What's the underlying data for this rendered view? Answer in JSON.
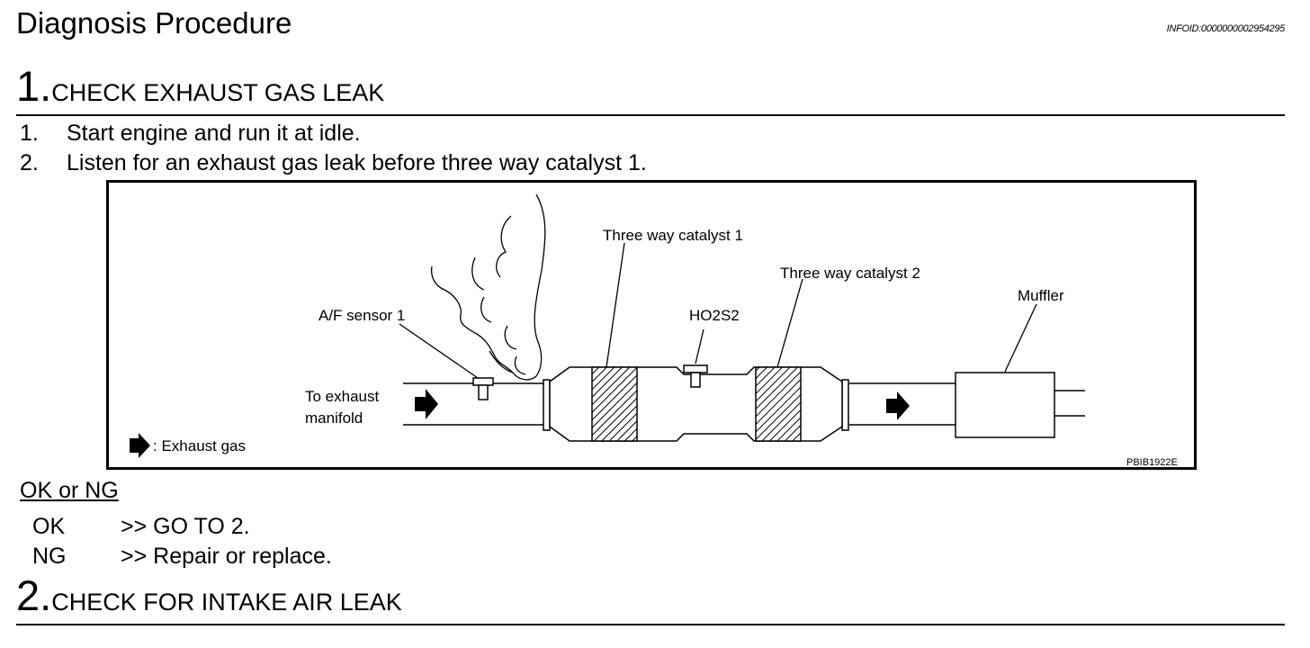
{
  "header": {
    "title": "Diagnosis Procedure",
    "info_id": "INFOID:0000000002954295"
  },
  "step1": {
    "number": "1.",
    "title": "CHECK EXHAUST GAS LEAK",
    "instructions": [
      {
        "num": "1.",
        "text": "Start engine and run it at idle."
      },
      {
        "num": "2.",
        "text": "Listen for an exhaust gas leak before three way catalyst 1."
      }
    ]
  },
  "figure": {
    "labels": {
      "three_way_catalyst_1": "Three way catalyst 1",
      "three_way_catalyst_2": "Three way catalyst 2",
      "af_sensor": "A/F sensor 1",
      "ho2s2": "HO2S2",
      "muffler": "Muffler",
      "to_exhaust_line1": "To exhaust",
      "to_exhaust_line2": "manifold",
      "legend": ": Exhaust gas",
      "figure_code": "PBIB1922E"
    },
    "icons": [
      "flow-arrow-icon",
      "smoke-cloud-icon",
      "sensor-icon"
    ]
  },
  "okng": {
    "title": "OK or NG",
    "results": [
      {
        "code": "OK",
        "action": ">> GO TO 2."
      },
      {
        "code": "NG",
        "action": ">> Repair or replace."
      }
    ]
  },
  "step2": {
    "number": "2.",
    "title": "CHECK FOR INTAKE AIR LEAK"
  }
}
